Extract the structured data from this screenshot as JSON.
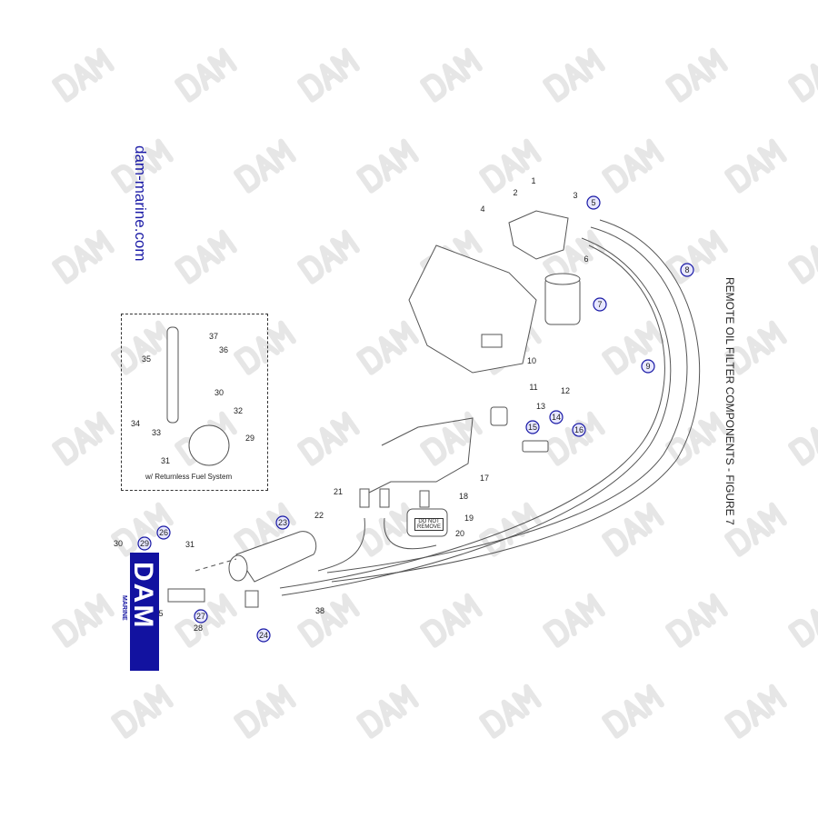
{
  "title": "REMOTE OIL FILTER COMPONENTS - FIGURE 7",
  "website": "dam-marine.com",
  "logo": {
    "text": "DAM",
    "subtext": "MARINE",
    "color": "#1212a0"
  },
  "watermark": "DAM",
  "inset_caption": "w/ Returnless Fuel System",
  "filter_warning": "DO NOT REMOVE",
  "callout_color": "#1a1aa6",
  "callouts": [
    {
      "n": "1",
      "circled": false
    },
    {
      "n": "2",
      "circled": false
    },
    {
      "n": "3",
      "circled": false
    },
    {
      "n": "4",
      "circled": false
    },
    {
      "n": "5",
      "circled": true
    },
    {
      "n": "6",
      "circled": false
    },
    {
      "n": "7",
      "circled": true
    },
    {
      "n": "8",
      "circled": true
    },
    {
      "n": "9",
      "circled": true
    },
    {
      "n": "10",
      "circled": false
    },
    {
      "n": "11",
      "circled": false
    },
    {
      "n": "12",
      "circled": false
    },
    {
      "n": "13",
      "circled": false
    },
    {
      "n": "14",
      "circled": true
    },
    {
      "n": "15",
      "circled": true
    },
    {
      "n": "16",
      "circled": true
    },
    {
      "n": "17",
      "circled": false
    },
    {
      "n": "18",
      "circled": false
    },
    {
      "n": "19",
      "circled": false
    },
    {
      "n": "20",
      "circled": false
    },
    {
      "n": "21",
      "circled": false
    },
    {
      "n": "22",
      "circled": false
    },
    {
      "n": "23",
      "circled": true
    },
    {
      "n": "24",
      "circled": true
    },
    {
      "n": "38",
      "circled": false
    },
    {
      "n": "37",
      "circled": false
    },
    {
      "n": "36",
      "circled": false
    },
    {
      "n": "35",
      "circled": false
    },
    {
      "n": "30",
      "circled": false
    },
    {
      "n": "32",
      "circled": false
    },
    {
      "n": "34",
      "circled": false
    },
    {
      "n": "33",
      "circled": false
    },
    {
      "n": "29",
      "circled": false
    },
    {
      "n": "31",
      "circled": false
    },
    {
      "n": "30",
      "circled": false
    },
    {
      "n": "29",
      "circled": true
    },
    {
      "n": "26",
      "circled": true
    },
    {
      "n": "31",
      "circled": false
    },
    {
      "n": "27",
      "circled": true
    },
    {
      "n": "28",
      "circled": false
    },
    {
      "n": "5",
      "circled": false
    }
  ]
}
